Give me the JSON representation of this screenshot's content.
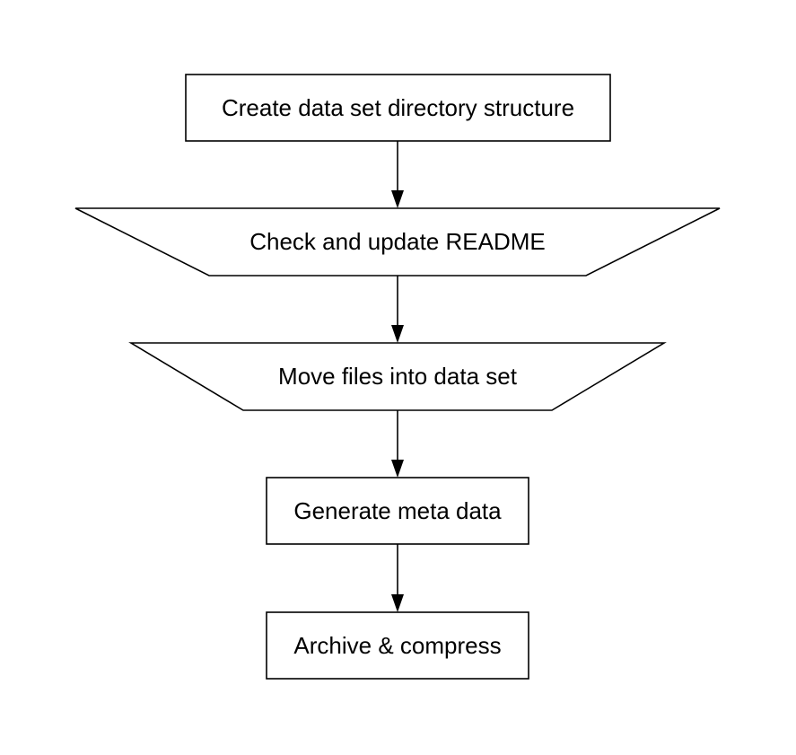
{
  "diagram": {
    "type": "flowchart",
    "direction": "top-to-bottom",
    "stroke_color": "#000000",
    "fill_color": "#ffffff",
    "nodes": [
      {
        "id": "n1",
        "shape": "rectangle",
        "label": "Create data set directory structure"
      },
      {
        "id": "n2",
        "shape": "manual-operation-trapezoid",
        "label": "Check and update README"
      },
      {
        "id": "n3",
        "shape": "manual-operation-trapezoid",
        "label": "Move files into data set"
      },
      {
        "id": "n4",
        "shape": "rectangle",
        "label": "Generate meta data"
      },
      {
        "id": "n5",
        "shape": "rectangle",
        "label": "Archive & compress"
      }
    ],
    "edges": [
      {
        "from": "n1",
        "to": "n2"
      },
      {
        "from": "n2",
        "to": "n3"
      },
      {
        "from": "n3",
        "to": "n4"
      },
      {
        "from": "n4",
        "to": "n5"
      }
    ]
  }
}
